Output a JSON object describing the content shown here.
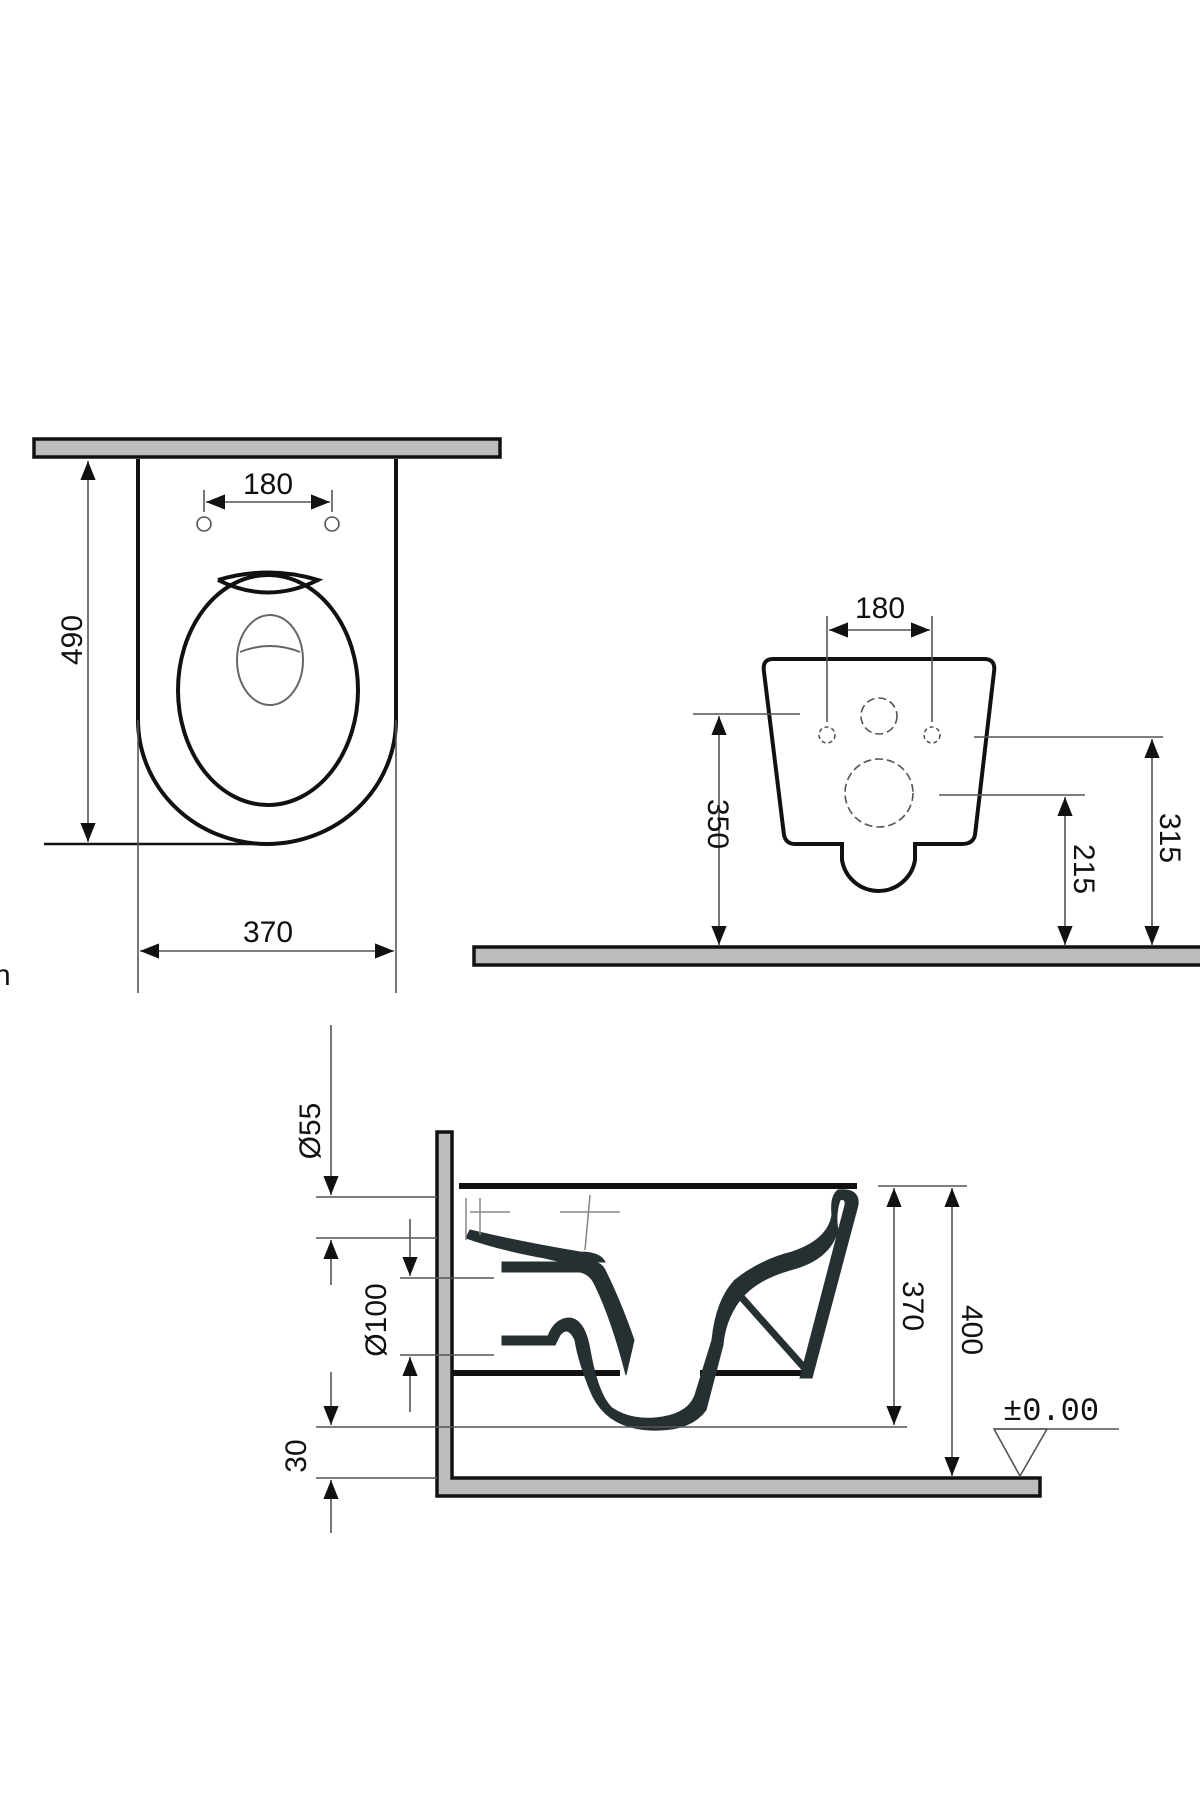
{
  "top_view": {
    "hole_spacing": "180",
    "depth": "490",
    "width": "370"
  },
  "front_view": {
    "hole_spacing": "180",
    "upper_height": "350",
    "fixing_height": "315",
    "outlet_height": "215"
  },
  "side_view": {
    "inlet_diameter": "Ø55",
    "outlet_diameter": "Ø100",
    "bottom_offset": "30",
    "body_height": "370",
    "total_height": "400",
    "floor_level": "±0.00"
  },
  "edge_fragment": "n",
  "colors": {
    "line": "#111111",
    "fill_dark": "#263033",
    "wall_hatch": "#bdbdbd"
  }
}
